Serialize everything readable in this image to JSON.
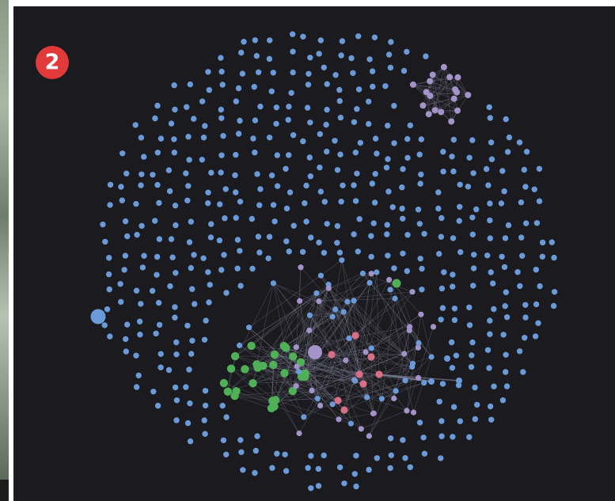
{
  "figure": {
    "badge_label": "2",
    "background": "#1b1b1f",
    "node_types": {
      "blue": "#6b9ad8",
      "purple": "#a493c9",
      "green": "#4fb058",
      "pink": "#d86f85",
      "edge": "#7a7a90"
    },
    "highlighted_nodes": [
      "large-blue-node",
      "large-purple-node"
    ]
  }
}
